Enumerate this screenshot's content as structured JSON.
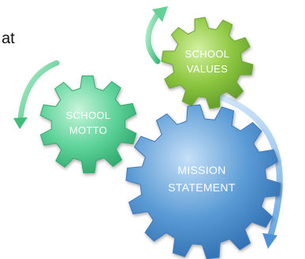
{
  "fragment_text": "at",
  "gears": {
    "values": {
      "line1": "SCHOOL",
      "line2": "VALUES"
    },
    "motto": {
      "line1": "SCHOOL",
      "line2": "MOTTO"
    },
    "mission": {
      "line1": "MISSION",
      "line2": "STATEMENT"
    }
  },
  "colors": {
    "green_light": "#b8e07a",
    "green_mid": "#8cc63f",
    "green_dark": "#5f9a2a",
    "mint_light": "#a8eec8",
    "mint_mid": "#5fd39a",
    "mint_dark": "#2ea86c",
    "blue_light": "#a9cdf2",
    "blue_mid": "#5b9bd5",
    "blue_dark": "#2f6db0",
    "arrow_green": "#5cc98a",
    "arrow_blue": "#7db3e6"
  }
}
